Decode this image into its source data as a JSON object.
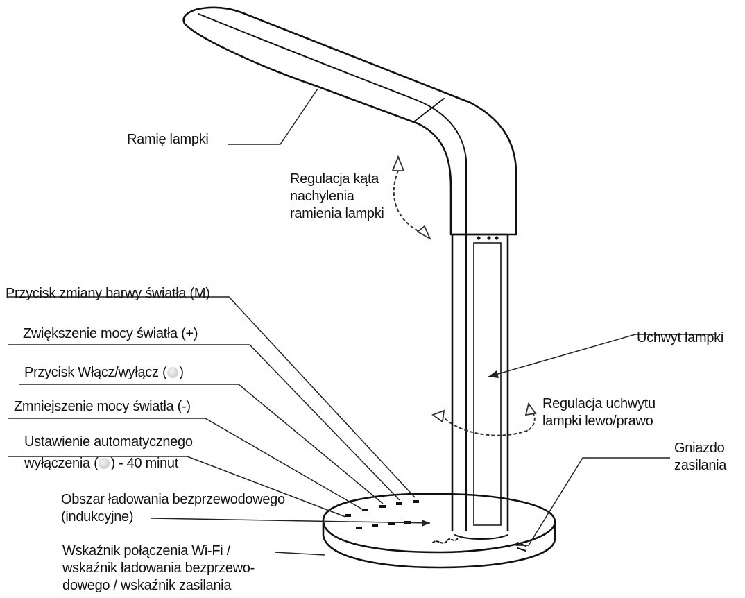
{
  "labels": {
    "lamp_arm": "Ramię lampki",
    "arm_angle_line1": "Regulacja kąta",
    "arm_angle_line2": "nachylenia",
    "arm_angle_line3": "ramienia lampki",
    "color_button": "Przycisk zmiany barwy światła (M)",
    "brightness_up": "Zwiększenie mocy światła (+)",
    "power_button_prefix": "Przycisk Włącz/wyłącz (",
    "power_button_suffix": ")",
    "brightness_down": "Zmniejszenie mocy światła (-)",
    "auto_off_line1": "Ustawienie automatycznego",
    "auto_off_line2_prefix": "wyłączenia (",
    "auto_off_line2_suffix": ") - 40 minut",
    "wireless_area_line1": "Obszar ładowania bezprzewodowego",
    "wireless_area_line2": "(indukcyjne)",
    "indicator_line1": "Wskaźnik połączenia Wi-Fi /",
    "indicator_line2": "wskaźnik ładowania bezprzewo-",
    "indicator_line3": "dowego / wskaźnik zasilania",
    "lamp_holder": "Uchwyt lampki",
    "holder_rotation_line1": "Regulacja uchwytu",
    "holder_rotation_line2": "lampki lewo/prawo",
    "power_socket_line1": "Gniazdo",
    "power_socket_line2": "zasilania"
  },
  "icons": {
    "power_symbol": "power-icon",
    "timer_symbol": "timer-icon"
  },
  "colors": {
    "line": "#111111",
    "background": "#ffffff",
    "button_glyph": "#bdbdbd"
  }
}
